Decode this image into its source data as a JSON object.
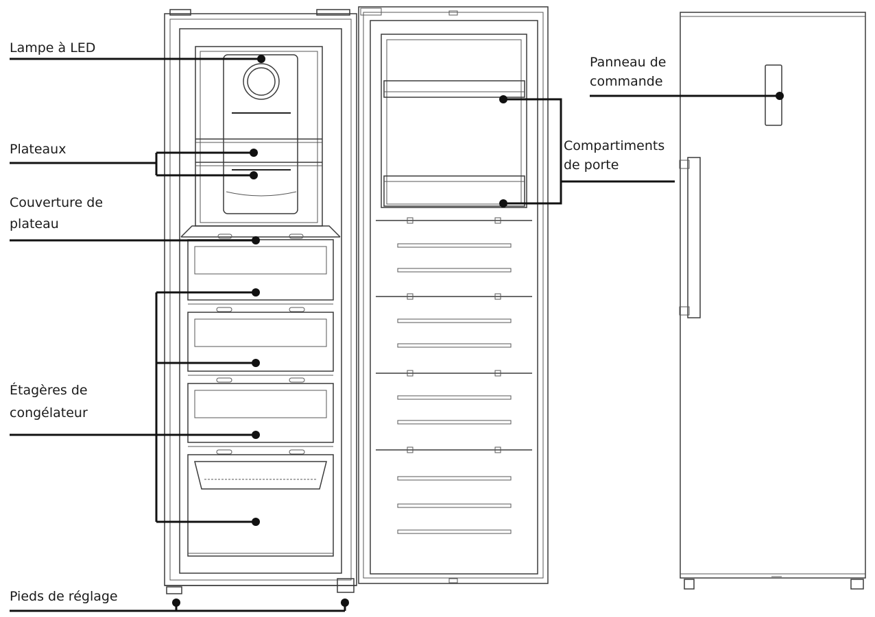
{
  "labels": {
    "led_lamp": "Lampe à LED",
    "trays": "Plateaux",
    "tray_cover_line1": "Couverture de",
    "tray_cover_line2": "plateau",
    "freezer_shelves_line1": "Étagères de",
    "freezer_shelves_line2": "congélateur",
    "adjustable_feet": "Pieds de réglage",
    "control_panel_line1": "Panneau de",
    "control_panel_line2": "commande",
    "door_compartments_line1": "Compartiments",
    "door_compartments_line2": "de porte"
  },
  "colors": {
    "line": "#111111",
    "drawing": "#3a3a3a",
    "text": "#1a1a1a"
  }
}
